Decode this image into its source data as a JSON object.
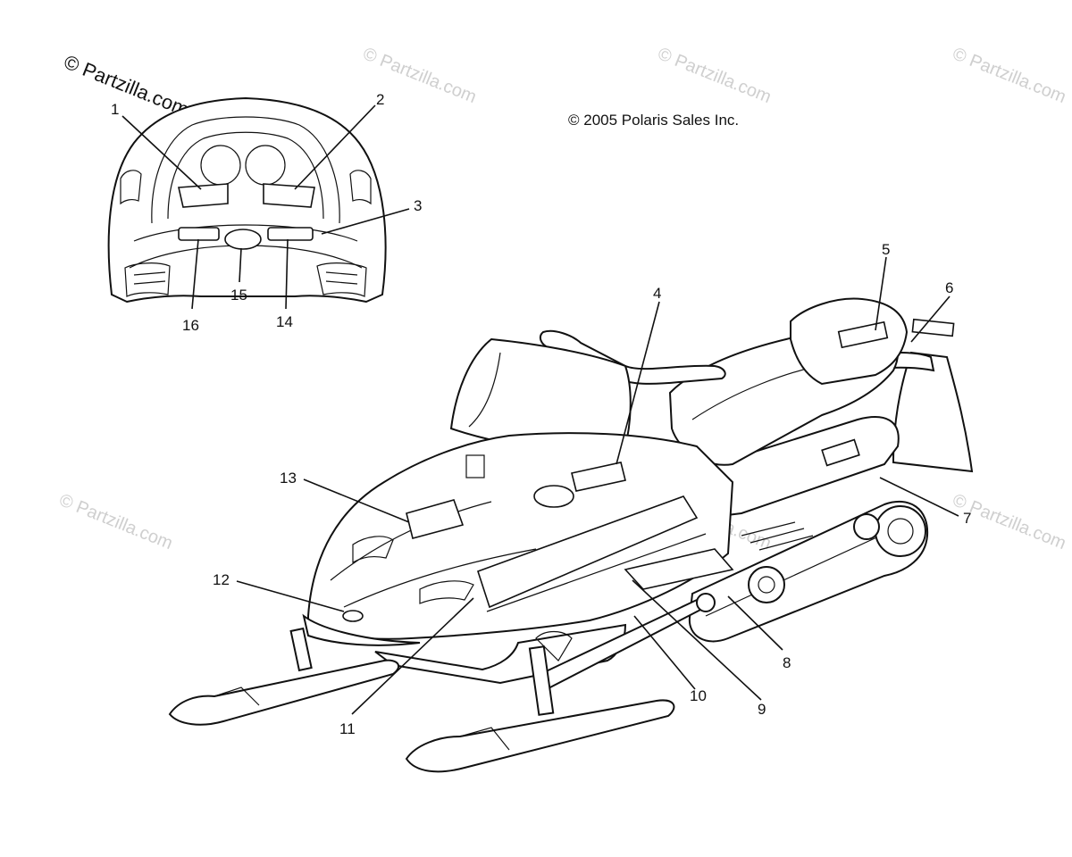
{
  "watermark_main": "© Partzilla.com",
  "watermark_faint": "© Partzilla.com",
  "copyright": "© 2005 Polaris Sales Inc.",
  "callouts": [
    {
      "id": "1",
      "label": "1"
    },
    {
      "id": "2",
      "label": "2"
    },
    {
      "id": "3",
      "label": "3"
    },
    {
      "id": "4",
      "label": "4"
    },
    {
      "id": "5",
      "label": "5"
    },
    {
      "id": "6",
      "label": "6"
    },
    {
      "id": "7",
      "label": "7"
    },
    {
      "id": "8",
      "label": "8"
    },
    {
      "id": "9",
      "label": "9"
    },
    {
      "id": "10",
      "label": "10"
    },
    {
      "id": "11",
      "label": "11"
    },
    {
      "id": "12",
      "label": "12"
    },
    {
      "id": "13",
      "label": "13"
    },
    {
      "id": "14",
      "label": "14"
    },
    {
      "id": "15",
      "label": "15"
    },
    {
      "id": "16",
      "label": "16"
    }
  ]
}
